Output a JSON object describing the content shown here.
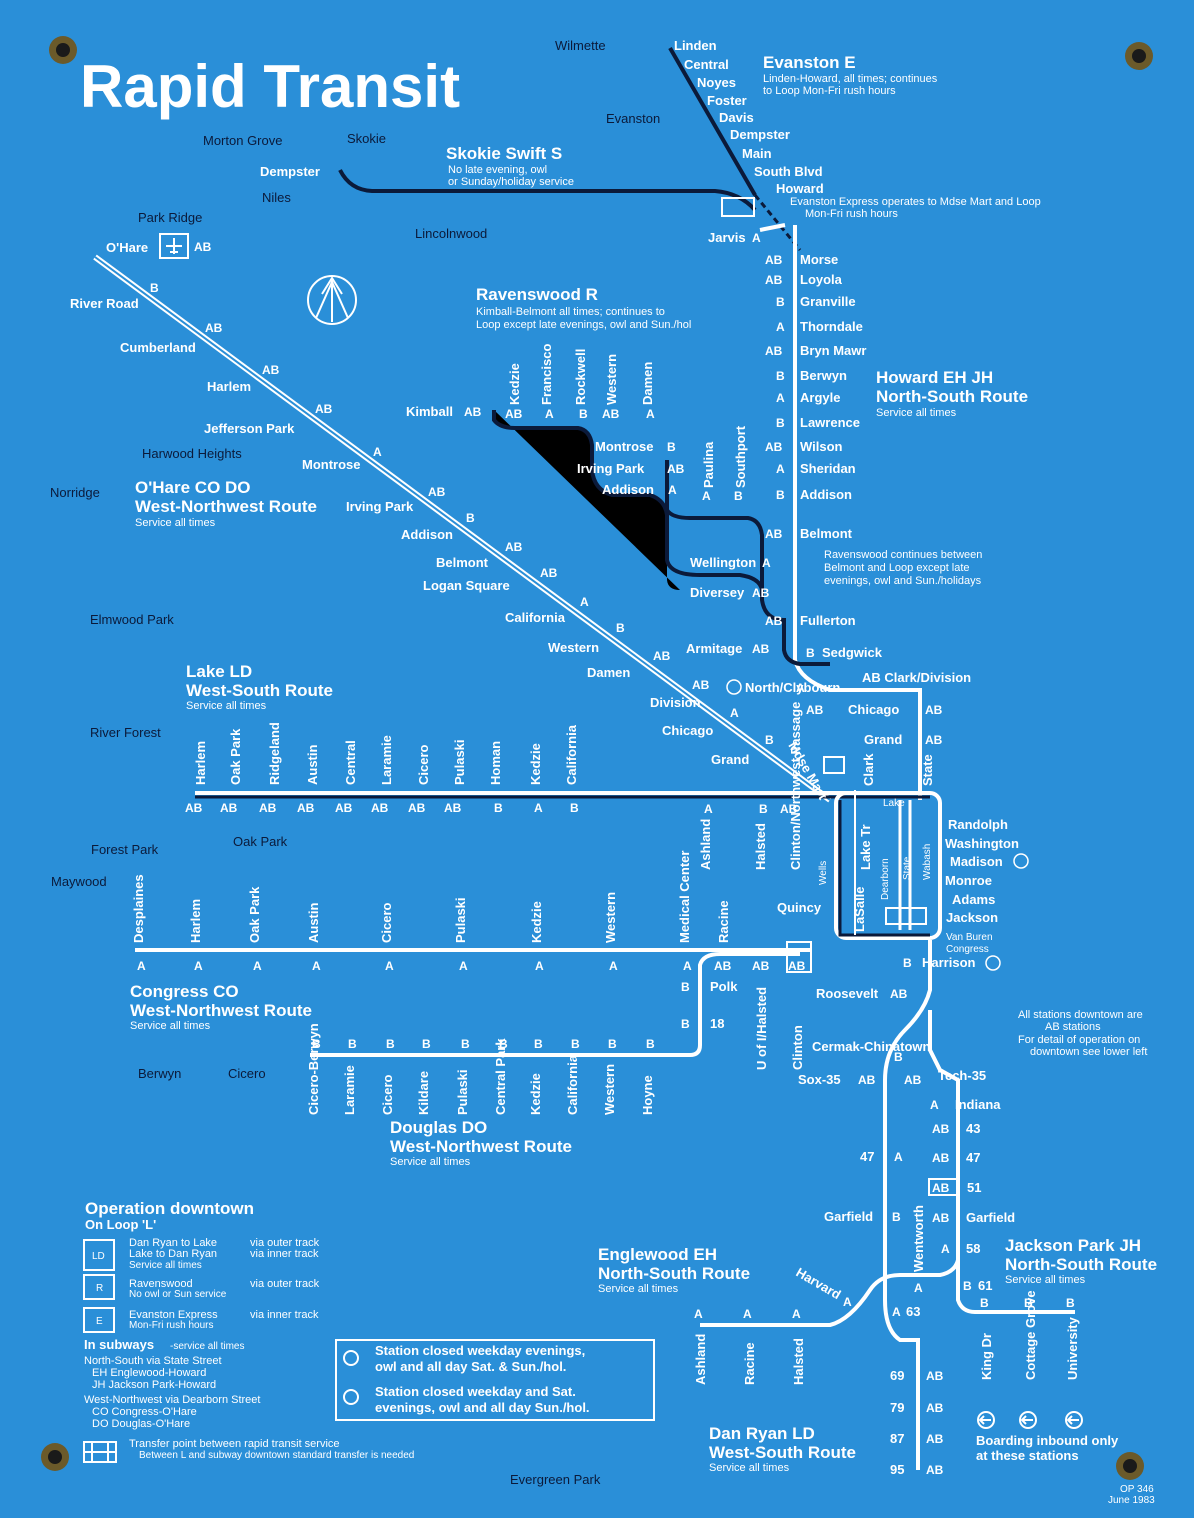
{
  "title": "Rapid Transit",
  "towns": [
    "Wilmette",
    "Evanston",
    "Morton Grove",
    "Skokie",
    "Niles",
    "Park Ridge",
    "Lincolnwood",
    "Norridge",
    "Harwood Heights",
    "Elmwood Park",
    "River Forest",
    "Forest Park",
    "Oak Park",
    "Maywood",
    "Berwyn",
    "Cicero",
    "Evergreen Park"
  ],
  "routes": {
    "evanston": {
      "name": "Evanston E",
      "desc1": "Linden-Howard, all times; continues",
      "desc2": "to Loop Mon-Fri rush hours",
      "express1": "Evanston Express operates to Mdse Mart and Loop",
      "express2": "Mon-Fri rush hours"
    },
    "skokie": {
      "name": "Skokie Swift S",
      "desc1": "No late evening, owl",
      "desc2": "or Sunday/holiday service"
    },
    "ravenswood": {
      "name": "Ravenswood R",
      "desc1": "Kimball-Belmont all times; continues to",
      "desc2": "Loop except late evenings, owl and Sun./hol",
      "note1": "Ravenswood continues between",
      "note2": "Belmont and Loop except late",
      "note3": "evenings, owl and Sun./holidays"
    },
    "howard": {
      "name1": "Howard EH JH",
      "name2": "North-South Route",
      "service": "Service all times"
    },
    "ohare": {
      "name1": "O'Hare CO DO",
      "name2": "West-Northwest Route",
      "service": "Service all times"
    },
    "lake": {
      "name1": "Lake LD",
      "name2": "West-South Route",
      "service": "Service all times"
    },
    "congress": {
      "name1": "Congress CO",
      "name2": "West-Northwest Route",
      "service": "Service all times"
    },
    "douglas": {
      "name1": "Douglas DO",
      "name2": "West-Northwest Route",
      "service": "Service all times"
    },
    "englewood": {
      "name1": "Englewood EH",
      "name2": "North-South Route",
      "service": "Service all times"
    },
    "jackson": {
      "name1": "Jackson Park JH",
      "name2": "North-South Route",
      "service": "Service all times"
    },
    "danryan": {
      "name1": "Dan Ryan LD",
      "name2": "West-South Route",
      "service": "Service all times"
    }
  },
  "evanston_stations": [
    "Linden",
    "Central",
    "Noyes",
    "Foster",
    "Davis",
    "Dempster",
    "Main",
    "South Blvd",
    "Howard"
  ],
  "skokie_station": "Dempster",
  "ohare_terminal": {
    "name": "O'Hare",
    "code": "AB"
  },
  "ohare_stations": [
    {
      "name": "River Road",
      "code": "B"
    },
    {
      "name": "Cumberland",
      "code": "AB"
    },
    {
      "name": "Harlem",
      "code": "AB"
    },
    {
      "name": "Jefferson Park",
      "code": "AB"
    },
    {
      "name": "Montrose",
      "code": "A"
    },
    {
      "name": "Irving Park",
      "code": "AB"
    },
    {
      "name": "Addison",
      "code": "B"
    },
    {
      "name": "Belmont",
      "code": "AB"
    },
    {
      "name": "Logan Square",
      "code": "AB"
    },
    {
      "name": "California",
      "code": "A"
    },
    {
      "name": "Western",
      "code": "B"
    },
    {
      "name": "Damen",
      "code": "AB"
    },
    {
      "name": "Division",
      "code": "AB"
    },
    {
      "name": "Chicago",
      "code": "A"
    },
    {
      "name": "Grand",
      "code": "B"
    }
  ],
  "north_stations": [
    {
      "name": "Jarvis",
      "code": "A"
    },
    {
      "name": "Morse",
      "code": "AB"
    },
    {
      "name": "Loyola",
      "code": "AB"
    },
    {
      "name": "Granville",
      "code": "B"
    },
    {
      "name": "Thorndale",
      "code": "A"
    },
    {
      "name": "Bryn Mawr",
      "code": "AB"
    },
    {
      "name": "Berwyn",
      "code": "B"
    },
    {
      "name": "Argyle",
      "code": "A"
    },
    {
      "name": "Lawrence",
      "code": "B"
    },
    {
      "name": "Wilson",
      "code": "AB"
    },
    {
      "name": "Sheridan",
      "code": "A"
    },
    {
      "name": "Addison",
      "code": "B"
    },
    {
      "name": "Belmont",
      "code": "AB"
    },
    {
      "name": "Wellington",
      "code": "A"
    },
    {
      "name": "Diversey",
      "code": "AB"
    },
    {
      "name": "Fullerton",
      "code": "AB"
    },
    {
      "name": "Armitage",
      "code": "AB"
    },
    {
      "name": "Sedgwick",
      "code": "B"
    }
  ],
  "ravenswood_stations": [
    {
      "name": "Kimball",
      "code": "AB"
    },
    {
      "name": "Kedzie",
      "code": "AB"
    },
    {
      "name": "Francisco",
      "code": "A"
    },
    {
      "name": "Rockwell",
      "code": "B"
    },
    {
      "name": "Western",
      "code": "AB"
    },
    {
      "name": "Damen",
      "code": "A"
    },
    {
      "name": "Montrose",
      "code": "B"
    },
    {
      "name": "Irving Park",
      "code": "AB"
    },
    {
      "name": "Addison",
      "code": "A"
    },
    {
      "name": "Paulina",
      "code": "A"
    },
    {
      "name": "Southport",
      "code": "B"
    }
  ],
  "lake_stations": [
    {
      "name": "Harlem",
      "code": "AB"
    },
    {
      "name": "Oak Park",
      "code": "AB"
    },
    {
      "name": "Ridgeland",
      "code": "AB"
    },
    {
      "name": "Austin",
      "code": "AB"
    },
    {
      "name": "Central",
      "code": "AB"
    },
    {
      "name": "Laramie",
      "code": "AB"
    },
    {
      "name": "Cicero",
      "code": "AB"
    },
    {
      "name": "Pulaski",
      "code": "AB"
    },
    {
      "name": "Homan",
      "code": "B"
    },
    {
      "name": "Kedzie",
      "code": "A"
    },
    {
      "name": "California",
      "code": "B"
    },
    {
      "name": "Ashland",
      "code": "A"
    },
    {
      "name": "Halsted",
      "code": "B"
    },
    {
      "name": "Clinton/Northwest Passage",
      "code": "AB"
    }
  ],
  "congress_stations": [
    {
      "name": "Desplaines",
      "code": "A"
    },
    {
      "name": "Harlem",
      "code": "A"
    },
    {
      "name": "Oak Park",
      "code": "A"
    },
    {
      "name": "Austin",
      "code": "A"
    },
    {
      "name": "Cicero",
      "code": "A"
    },
    {
      "name": "Pulaski",
      "code": "A"
    },
    {
      "name": "Kedzie",
      "code": "A"
    },
    {
      "name": "Western",
      "code": "A"
    },
    {
      "name": "Medical Center",
      "code": "A"
    },
    {
      "name": "Racine",
      "code": "AB"
    },
    {
      "name": "U of I/Halsted",
      "code": "AB"
    },
    {
      "name": "Clinton",
      "code": "AB"
    }
  ],
  "douglas_stations": [
    {
      "name": "Cicero-Berwyn",
      "code": "B"
    },
    {
      "name": "Laramie",
      "code": "B"
    },
    {
      "name": "Cicero",
      "code": "B"
    },
    {
      "name": "Kildare",
      "code": "B"
    },
    {
      "name": "Pulaski",
      "code": "B"
    },
    {
      "name": "Central Park",
      "code": "B"
    },
    {
      "name": "Kedzie",
      "code": "B"
    },
    {
      "name": "California",
      "code": "B"
    },
    {
      "name": "Western",
      "code": "B"
    },
    {
      "name": "Hoyne",
      "code": "B"
    }
  ],
  "douglas_upper": [
    {
      "name": "Polk",
      "code": "B"
    },
    {
      "name": "18",
      "code": "B"
    }
  ],
  "loop_labels": {
    "clark_division": "Clark/Division",
    "chicago": "Chicago",
    "grand": "Grand",
    "mdse_mart": "Mdse Mart",
    "clark": "Clark",
    "state": "State",
    "lake": "Lake",
    "randolph": "Randolph",
    "washington": "Washington",
    "madison": "Madison",
    "monroe": "Monroe",
    "adams": "Adams",
    "jackson": "Jackson",
    "van_buren": "Van Buren",
    "congress": "Congress",
    "harrison": "Harrison",
    "roosevelt": "Roosevelt",
    "quincy": "Quincy",
    "lasalle": "LaSalle",
    "wells": "Wells",
    "lake_tr": "Lake Tr",
    "dearborn": "Dearborn",
    "wabash": "Wabash",
    "north_clybourn": "North/Clybourn",
    "chicago_ohare": "Chicago",
    "grand_ohare": "Grand"
  },
  "south_stations": [
    {
      "name": "Cermak-Chinatown",
      "code": "B"
    },
    {
      "name": "Sox-35",
      "code": "AB"
    },
    {
      "name": "Tech-35",
      "code": "AB"
    },
    {
      "name": "Indiana",
      "code": "A"
    },
    {
      "name": "43",
      "code": "AB"
    },
    {
      "name": "47",
      "code": "AB"
    },
    {
      "name": "51",
      "code": "AB"
    },
    {
      "name": "Garfield",
      "code": "AB"
    },
    {
      "name": "58",
      "code": "A"
    },
    {
      "name": "61",
      "code": "B"
    },
    {
      "name": "47",
      "code": "A"
    },
    {
      "name": "Garfield",
      "code": "B"
    },
    {
      "name": "Wentworth",
      "code": "A"
    },
    {
      "name": "Harvard",
      "code": "A"
    },
    {
      "name": "63",
      "code": "A"
    }
  ],
  "englewood_stations": [
    {
      "name": "Ashland",
      "code": "A"
    },
    {
      "name": "Racine",
      "code": "A"
    },
    {
      "name": "Halsted",
      "code": "A"
    }
  ],
  "jackson_stations": [
    {
      "name": "King Dr",
      "code": "B"
    },
    {
      "name": "Cottage Grove",
      "code": "B"
    },
    {
      "name": "University",
      "code": "B"
    }
  ],
  "danryan_stations": [
    {
      "name": "69",
      "code": "AB"
    },
    {
      "name": "79",
      "code": "AB"
    },
    {
      "name": "87",
      "code": "AB"
    },
    {
      "name": "95",
      "code": "AB"
    }
  ],
  "notes": {
    "downtown1": "All stations downtown are",
    "downtown2": "AB stations",
    "downtown3": "For detail of operation on",
    "downtown4": "downtown see lower left",
    "inbound1": "Boarding inbound only",
    "inbound2": "at these stations"
  },
  "legend": {
    "title": "Operation downtown",
    "subtitle": "On Loop 'L'",
    "ld": "LD",
    "ld1": "Dan Ryan to Lake",
    "ld1b": "via outer track",
    "ld2": "Lake to Dan Ryan",
    "ld2b": "via inner track",
    "ld3": "Service all times",
    "r": "R",
    "r1": "Ravenswood",
    "r1b": "via outer track",
    "r2": "No owl or Sun service",
    "e": "E",
    "e1": "Evanston Express",
    "e1b": "via inner track",
    "e2": "Mon-Fri rush hours",
    "subways": "In subways",
    "subways_b": "-service all times",
    "ns": "North-South  via State Street",
    "ns1": "EH Englewood-Howard",
    "ns2": "JH Jackson Park-Howard",
    "wn": "West-Northwest  via Dearborn Street",
    "wn1": "CO Congress-O'Hare",
    "wn2": "DO Douglas-O'Hare",
    "transfer1": "Transfer point between rapid transit service",
    "transfer2": "Between L and subway downtown standard transfer is needed",
    "closed1a": "Station closed weekday evenings,",
    "closed1b": "owl and all day Sat. & Sun./hol.",
    "closed2a": "Station closed weekday and Sat.",
    "closed2b": "evenings, owl and all day Sun./hol."
  },
  "footer": {
    "code": "OP 346",
    "date": "June 1983"
  },
  "colors": {
    "background": "#2a8fd8",
    "line": "#ffffff",
    "dark_line": "#0b1a3a"
  }
}
